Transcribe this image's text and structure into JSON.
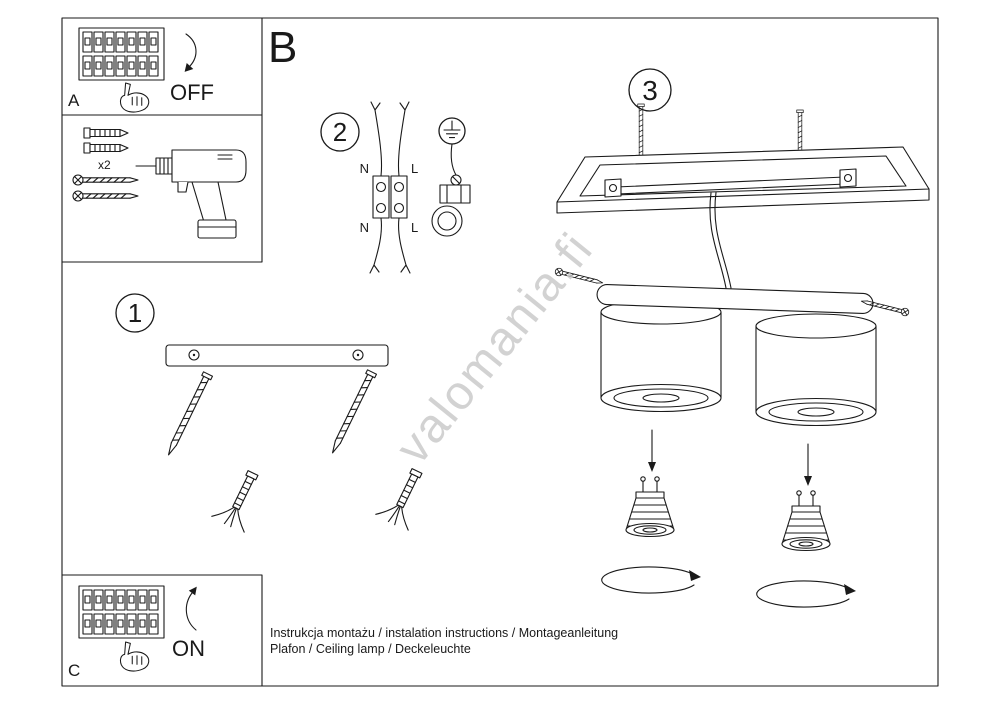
{
  "sheet": {
    "section_a_label": "A",
    "section_b_label": "B",
    "section_c_label": "C",
    "off_label": "OFF",
    "on_label": "ON",
    "anchors_count_label": "x2",
    "step1_label": "1",
    "step2_label": "2",
    "step3_label": "3",
    "wiring": {
      "n_top": "N",
      "l_top": "L",
      "n_bottom": "N",
      "l_bottom": "L"
    },
    "watermark": "valomania.fi",
    "footer_line1": "Instrukcja montażu / instalation instructions / Montageanleitung",
    "footer_line2": "Plafon / Ceiling lamp / Deckeleuchte"
  }
}
